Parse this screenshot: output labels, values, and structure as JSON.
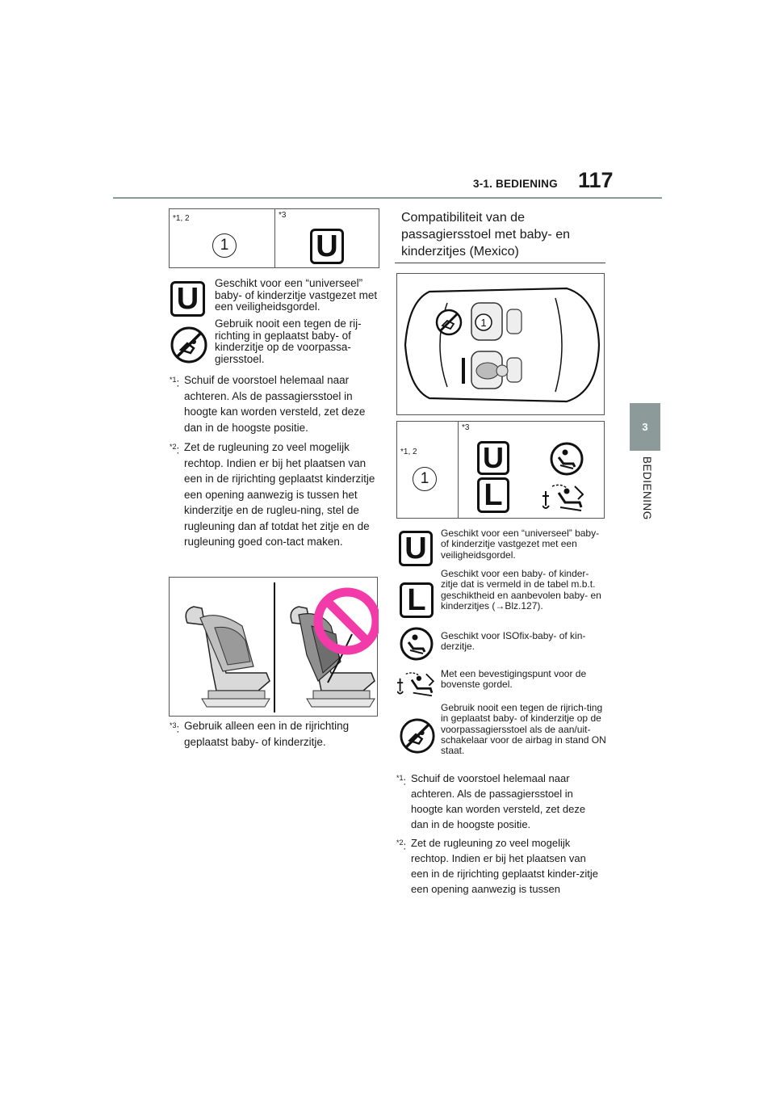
{
  "header": {
    "section": "3-1. BEDIENING",
    "page_number": "117"
  },
  "side_tab": {
    "chapter_number": "3",
    "chapter_label": "BEDIENING"
  },
  "left_column": {
    "table": {
      "cell1_label": "*1, 2",
      "cell1_value": "1",
      "cell2_label": "*3",
      "cell2_icon": "U"
    },
    "legend": [
      {
        "icon": "universal-U-icon",
        "icon_text": "U",
        "text": "Geschikt voor een “universeel” baby- of kinderzitje vastgezet met een veiligheidsgordel."
      },
      {
        "icon": "no-rear-facing-seat-icon",
        "text": "Gebruik nooit een tegen de rij-richting in geplaatst baby- of kinderzitje op de voorpassa-giersstoel."
      }
    ],
    "notes": [
      {
        "mark": "*1",
        "text": "Schuif de voorstoel helemaal naar achteren. Als de passagiersstoel in hoogte kan worden versteld, zet deze dan in de hoogste positie."
      },
      {
        "mark": "*2",
        "text": "Zet de rugleuning zo veel mogelijk rechtop. Indien er bij het plaatsen van een in de rijrichting geplaatst kinderzitje een opening aanwezig is tussen het kinderzitje en de rugleu-ning, stel de rugleuning dan af totdat het zitje en de rugleuning goed con-tact maken."
      },
      {
        "mark": "*3",
        "text": "Gebruik alleen een in de rijrichting geplaatst baby- of kinderzitje."
      }
    ],
    "figure": {
      "icon": "prohibited-icon",
      "prohibited_color": "#f23aa8"
    }
  },
  "right_column": {
    "heading": "Compatibiliteit van de passagiersstoel met baby- en kinderzitjes (Mexico)",
    "car_diagram": {
      "position_label": "1"
    },
    "table": {
      "cell1_label": "*1, 2",
      "cell1_value": "1",
      "cell2_label": "*3",
      "icons": [
        "U",
        "L",
        "isofix-icon",
        "top-tether-icon"
      ]
    },
    "legend": [
      {
        "icon": "universal-U-icon",
        "icon_text": "U",
        "text": "Geschikt voor een “universeel” baby- of kinderzitje vastgezet met een veiligheidsgordel."
      },
      {
        "icon": "listed-L-icon",
        "icon_text": "L",
        "text": "Geschikt voor een baby- of kinder-zitje dat is vermeld in de tabel m.b.t. geschiktheid en aanbevolen baby- en kinderzitjes (→Blz.127)."
      },
      {
        "icon": "isofix-icon",
        "text": "Geschikt voor ISOfix-baby- of kin-derzitje."
      },
      {
        "icon": "top-tether-icon",
        "text": "Met een bevestigingspunt voor de bovenste gordel."
      },
      {
        "icon": "no-rear-facing-seat-icon",
        "text": "Gebruik nooit een tegen de rijrich-ting in geplaatst baby- of kinderzitje op de voorpassagiersstoel als de aan/uit-schakelaar voor de airbag in stand ON staat."
      }
    ],
    "notes": [
      {
        "mark": "*1",
        "text": "Schuif de voorstoel helemaal naar achteren. Als de passagiersstoel in hoogte kan worden versteld, zet deze dan in de hoogste positie."
      },
      {
        "mark": "*2",
        "text": "Zet de rugleuning zo veel mogelijk rechtop. Indien er bij het plaatsen van een in de rijrichting geplaatst kinder-zitje een opening aanwezig is tussen"
      }
    ]
  }
}
